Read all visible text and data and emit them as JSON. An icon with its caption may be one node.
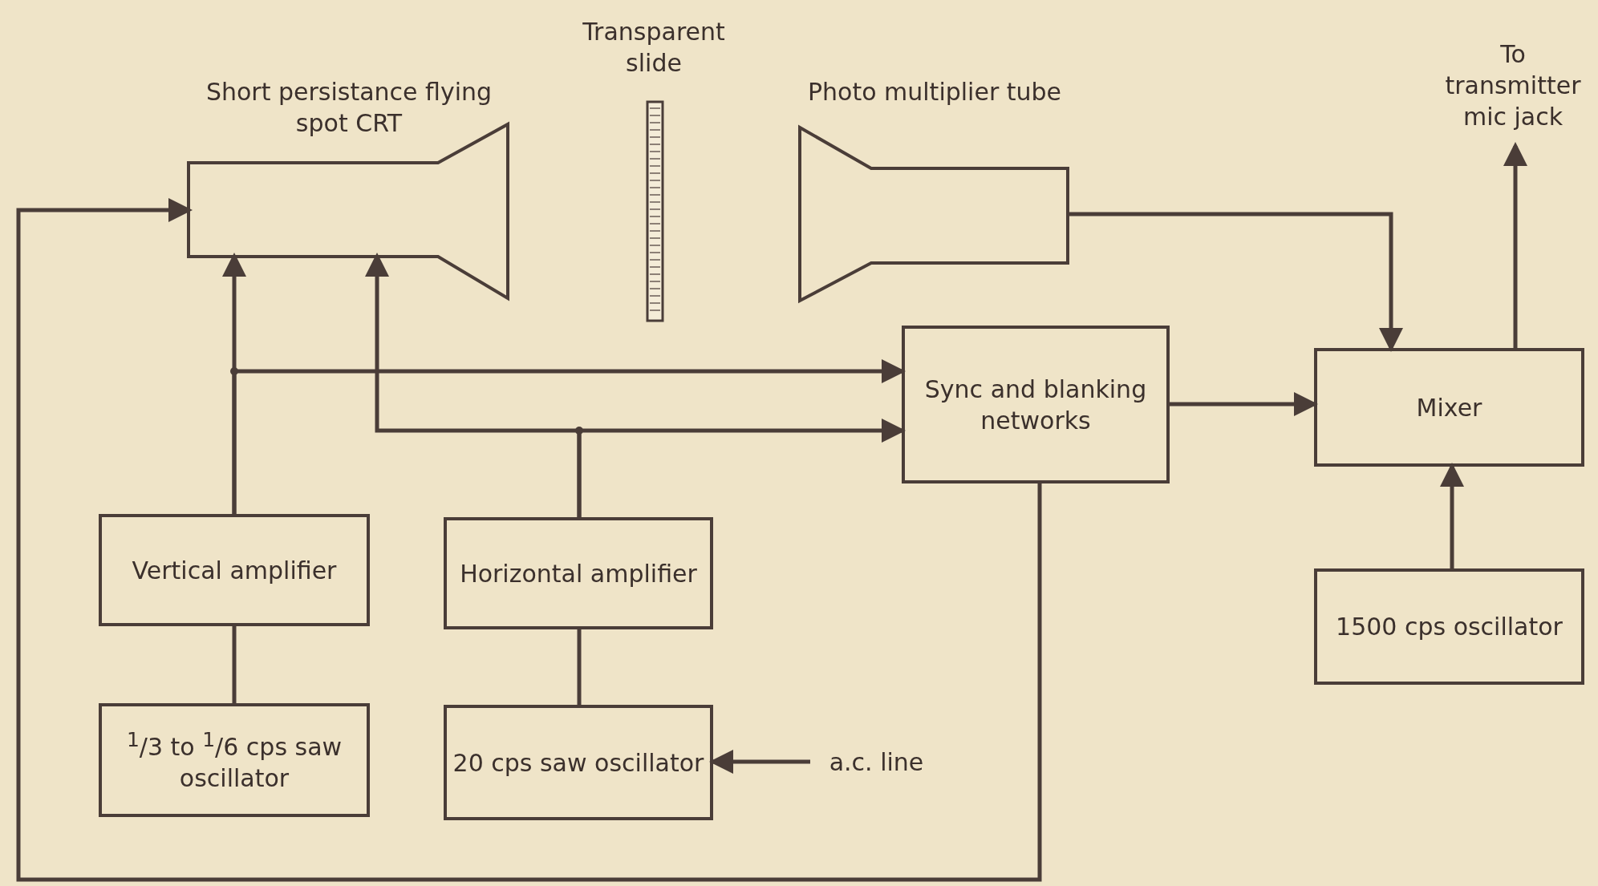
{
  "diagram": {
    "nodes": [
      {
        "text": [
          "Short persistance flying spot CRT"
        ]
      },
      {
        "text": [
          "Transparent slide"
        ]
      },
      {
        "text": [
          "Photo multiplier tube"
        ]
      },
      {
        "text": [
          "Sync and blanking networks"
        ]
      },
      {
        "text": [
          "Mixer"
        ]
      },
      {
        "text": [
          "Vertical amplifier"
        ]
      },
      {
        "text": [
          "Horizontal amplifier"
        ]
      },
      {
        "text": [
          "$^{1}$/3 to $^{1}$/6 cps saw oscillator"
        ]
      },
      {
        "text": [
          "20 cps saw oscillator"
        ]
      },
      {
        "text": [
          "1500 cps oscillator"
        ]
      },
      {
        "text": [
          "a.c. line"
        ]
      },
      {
        "text": [
          "To transmitter mic jack"
        ]
      }
    ],
    "edges": [
      {
        "from": 5,
        "to": 0,
        "arrow": "to"
      },
      {
        "from": 5,
        "to": 3,
        "arrow": "to"
      },
      {
        "from": 6,
        "to": 0,
        "arrow": "to"
      },
      {
        "from": 6,
        "to": 3,
        "arrow": "to"
      },
      {
        "from": 7,
        "to": 5,
        "arrow": "none"
      },
      {
        "from": 8,
        "to": 6,
        "arrow": "none"
      },
      {
        "from": 10,
        "to": 8,
        "arrow": "to"
      },
      {
        "from": 2,
        "to": 4,
        "arrow": "to"
      },
      {
        "from": 3,
        "to": 4,
        "arrow": "to"
      },
      {
        "from": 9,
        "to": 4,
        "arrow": "to"
      },
      {
        "from": 4,
        "to": 11,
        "arrow": "to"
      },
      {
        "from": 3,
        "to": 0,
        "arrow": "to"
      }
    ]
  }
}
